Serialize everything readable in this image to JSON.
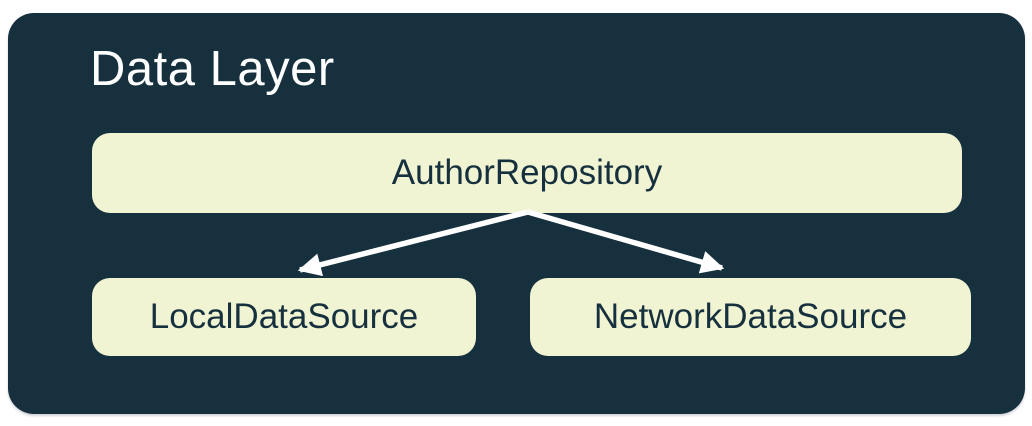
{
  "diagram": {
    "title": "Data Layer",
    "nodes": {
      "repository": {
        "label": "AuthorRepository"
      },
      "local": {
        "label": "LocalDataSource"
      },
      "network": {
        "label": "NetworkDataSource"
      }
    },
    "edges": [
      {
        "from": "AuthorRepository",
        "to": "LocalDataSource"
      },
      {
        "from": "AuthorRepository",
        "to": "NetworkDataSource"
      }
    ],
    "colors": {
      "page_background": "#FFFFFF",
      "container_background": "#16303E",
      "node_fill": "#F0F4D3",
      "node_text": "#16303E",
      "title_text": "#FDFEFD",
      "arrow": "#FFFFFF"
    }
  }
}
